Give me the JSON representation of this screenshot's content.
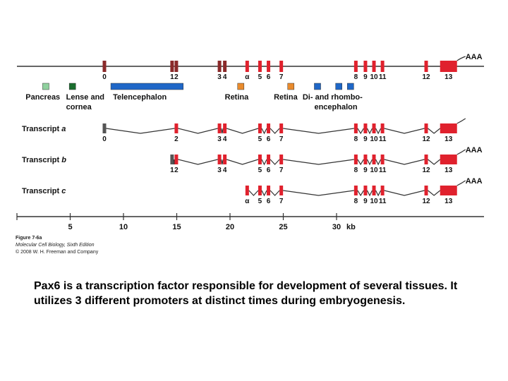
{
  "gene_map": {
    "poly_a_label": "AAA",
    "exons": [
      {
        "label": "0",
        "pos": 0.0
      },
      {
        "label": "1",
        "pos": 6.35
      },
      {
        "label": "2",
        "pos": 6.75
      },
      {
        "label": "3",
        "pos": 10.8
      },
      {
        "label": "4",
        "pos": 11.3
      },
      {
        "label": "α",
        "pos": 13.4
      },
      {
        "label": "5",
        "pos": 14.6
      },
      {
        "label": "6",
        "pos": 15.4
      },
      {
        "label": "7",
        "pos": 16.6
      },
      {
        "label": "8",
        "pos": 23.6
      },
      {
        "label": "9",
        "pos": 24.5
      },
      {
        "label": "10",
        "pos": 25.3
      },
      {
        "label": "11",
        "pos": 26.1
      },
      {
        "label": "12",
        "pos": 30.2
      },
      {
        "label": "13",
        "pos": 32.3
      }
    ]
  },
  "tissues": [
    {
      "id": "pancreas",
      "label_lines": [
        "Pancreas"
      ],
      "color": "#8fd19e",
      "start": -5.8,
      "end": -5.2,
      "label_x": -7.4
    },
    {
      "id": "lense",
      "label_lines": [
        "Lense and",
        "cornea"
      ],
      "color": "#1a6e2e",
      "start": -3.3,
      "end": -2.7,
      "label_x": -3.6
    },
    {
      "id": "telencephalon",
      "label_lines": [
        "Telencephalon"
      ],
      "color": "#1f67c7",
      "start": 0.6,
      "end": 7.4,
      "label_x": 0.8
    },
    {
      "id": "retina1",
      "label_lines": [
        "Retina"
      ],
      "color": "#e98b2c",
      "start": 12.5,
      "end": 13.1,
      "label_x": 11.3
    },
    {
      "id": "retina2",
      "label_lines": [
        "Retina"
      ],
      "color": "#e98b2c",
      "start": 17.2,
      "end": 17.8,
      "label_x": 15.9
    },
    {
      "id": "dirhombo",
      "label_lines": [
        "Di- and rhombo-",
        "encephalon"
      ],
      "color": "#1f67c7",
      "start": 19.7,
      "end": 20.3,
      "label_x": 18.6,
      "label_x2": 19.7
    }
  ],
  "tissue_extra_boxes": [
    {
      "color": "#1f67c7",
      "start": 21.7,
      "end": 22.3
    },
    {
      "color": "#1f67c7",
      "start": 22.8,
      "end": 23.4
    }
  ],
  "transcripts": [
    {
      "id": "a",
      "prefix": "Transcript ",
      "letter": "a",
      "exons": [
        "0",
        "2",
        "3",
        "4",
        "5",
        "6",
        "7",
        "8",
        "9",
        "10",
        "11",
        "12",
        "13"
      ],
      "has_aaa": false
    },
    {
      "id": "b",
      "prefix": "Transcript ",
      "letter": "b",
      "exons": [
        "1",
        "2",
        "3",
        "4",
        "5",
        "6",
        "7",
        "8",
        "9",
        "10",
        "11",
        "12",
        "13"
      ],
      "has_aaa": true
    },
    {
      "id": "c",
      "prefix": "Transcript ",
      "letter": "c",
      "exons": [
        "α",
        "5",
        "6",
        "7",
        "8",
        "9",
        "10",
        "11",
        "12",
        "13"
      ],
      "has_aaa": true
    }
  ],
  "scale": {
    "ticks": [
      "5",
      "10",
      "15",
      "20",
      "25",
      "30"
    ],
    "unit": "kb"
  },
  "figure_caption": {
    "line1": "Figure 7-6a",
    "line2": "Molecular Cell Biology, Sixth Edition",
    "line3": "© 2008 W. H. Freeman and Company"
  },
  "caption_text": "Pax6 is a transcription factor responsible for development of several tissues. It utilizes 3 different promoters at distinct times during embryogenesis.",
  "colors": {
    "exon_red": "#e0212d",
    "line": "#333333"
  }
}
